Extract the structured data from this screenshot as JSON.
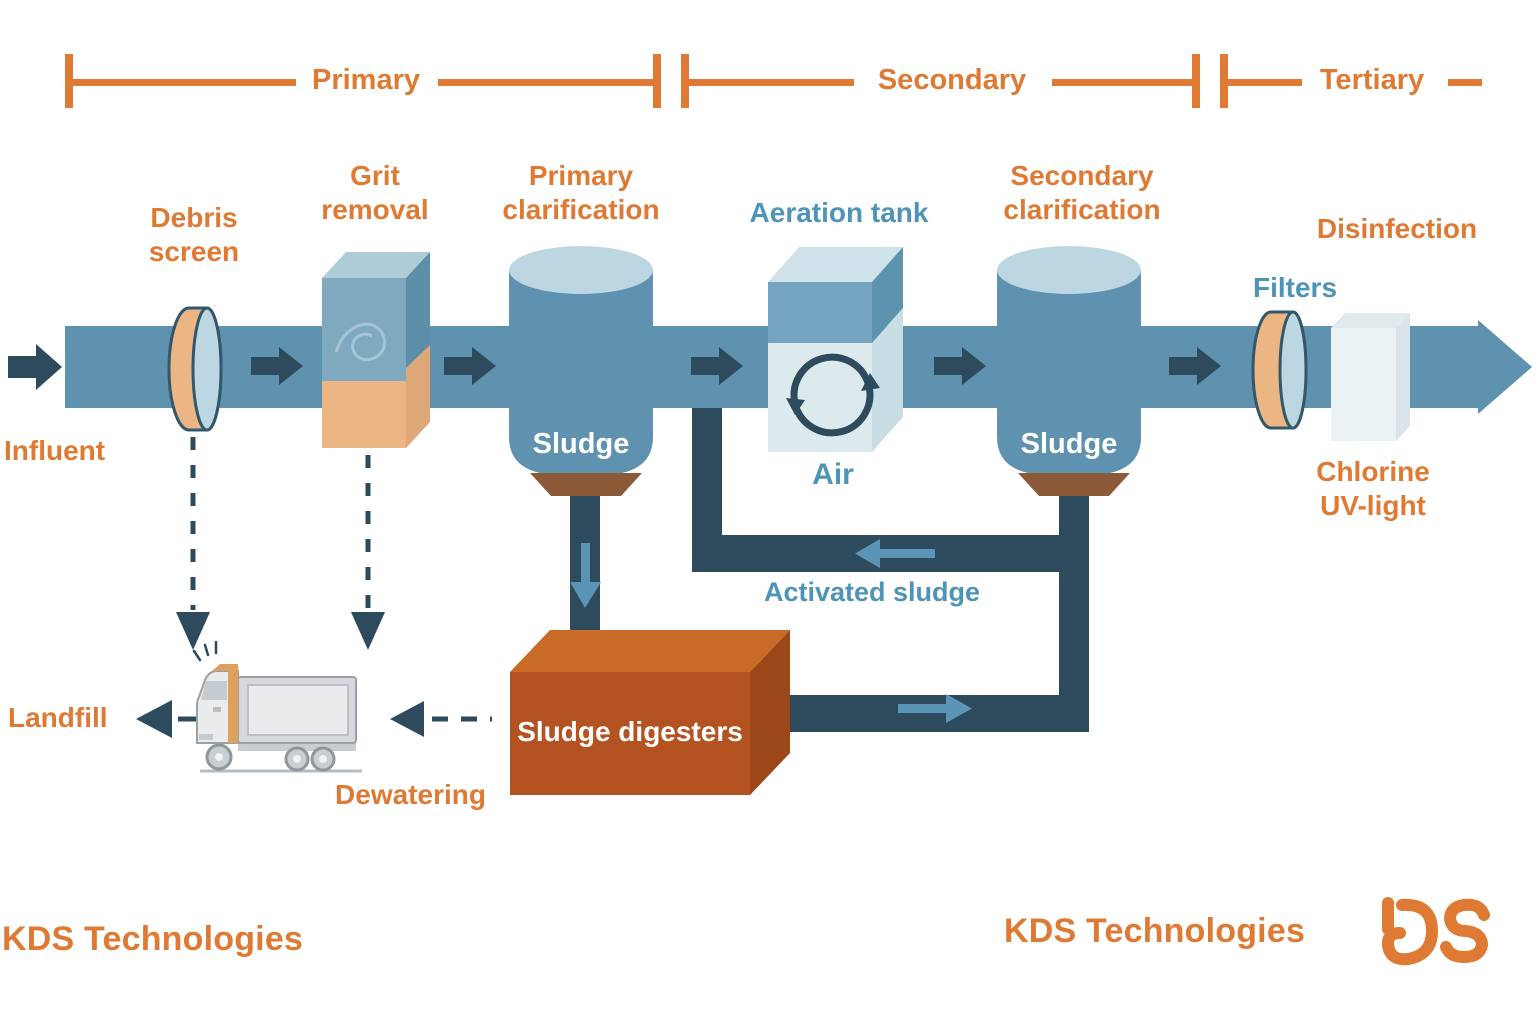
{
  "stages": {
    "primary": "Primary",
    "secondary": "Secondary",
    "tertiary": "Tertiary"
  },
  "labels": {
    "influent": "Influent",
    "debris_screen": "Debris\nscreen",
    "grit_removal": "Grit\nremoval",
    "primary_clarification": "Primary\nclarification",
    "aeration_tank": "Aeration tank",
    "air": "Air",
    "secondary_clarification": "Secondary\nclarification",
    "filters": "Filters",
    "disinfection": "Disinfection",
    "chlorine_uv": "Chlorine\nUV-light",
    "activated_sludge": "Activated sludge",
    "sludge_primary": "Sludge",
    "sludge_secondary": "Sludge",
    "sludge_digesters": "Sludge digesters",
    "landfill": "Landfill",
    "dewatering": "Dewatering"
  },
  "branding": {
    "footer_left": "KDS Technologies",
    "footer_right": "KDS Technologies",
    "logo_mark": "KDS"
  },
  "colors": {
    "orange": "#DE7A33",
    "blue_label": "#4E94B7",
    "pipe": "#5E92AE",
    "dark": "#2E4B5E",
    "arrow_blue": "#5B94B4",
    "light_top": "#BDD7E2",
    "tan": "#ECB584",
    "tan_dark": "#DFA878",
    "funnel": "#8C5A39",
    "grit_front": "#7FA9BF",
    "grit_side": "#5E8FA8",
    "grit_top": "#AECBD8",
    "aer_front_top": "#74A4C0",
    "aer_front_bottom": "#DCEAEE",
    "aer_side_top": "#5E93B0",
    "aer_side_bottom": "#C9DDE4",
    "aer_top": "#CFE2EA",
    "dis_front": "#EAF2F4",
    "dis_side": "#D9E5E9",
    "dis_top": "#E0EAED",
    "dig_front": "#B45321",
    "dig_side": "#9C4718",
    "dig_top": "#C76B27",
    "outline_teal": "#33586B",
    "truck_body": "#E9EBED",
    "truck_panel": "#D6D9DC",
    "truck_line": "#9AA0A5",
    "truck_orange": "#DFA05F",
    "truck_glass": "#C5CCD2",
    "wheel": "#C9CED2",
    "wheel_rim": "#8F969C"
  }
}
